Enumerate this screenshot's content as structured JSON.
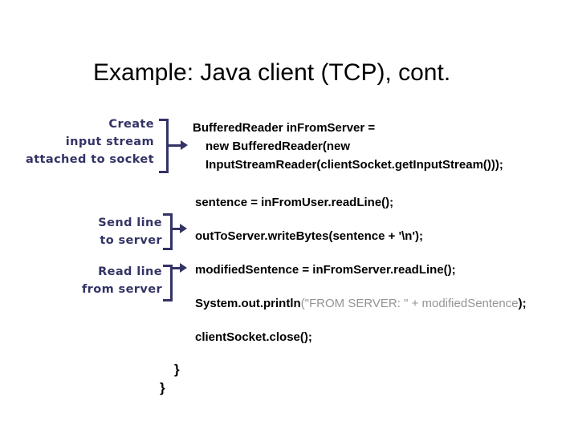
{
  "slide": {
    "title": "Example: Java client (TCP), cont.",
    "annotations": [
      {
        "id": "create-input-stream",
        "lines": [
          "Create",
          "input stream",
          "attached to socket"
        ]
      },
      {
        "id": "send-line",
        "lines": [
          "Send line",
          "to server"
        ]
      },
      {
        "id": "read-line",
        "lines": [
          "Read line",
          "from server"
        ]
      }
    ],
    "code": {
      "block1": [
        "BufferedReader inFromServer =",
        "new BufferedReader(new",
        "InputStreamReader(clientSocket.getInputStream()));"
      ],
      "line_sentence": "sentence = inFromUser.readLine();",
      "line_out": "outToServer.writeBytes(sentence + '\\n');",
      "line_modified": "modifiedSentence = inFromServer.readLine();",
      "println_prefix": "System.out.println",
      "println_string": "(\"FROM SERVER: \" + modifiedSentence",
      "println_suffix": ");",
      "line_close": "clientSocket.close();",
      "brace_inner": "}",
      "brace_outer": "}"
    },
    "colors": {
      "background": "#ffffff",
      "title": "#000000",
      "annotation_blue": "#333366",
      "code_black": "#000000",
      "string_gray": "#949494"
    }
  }
}
